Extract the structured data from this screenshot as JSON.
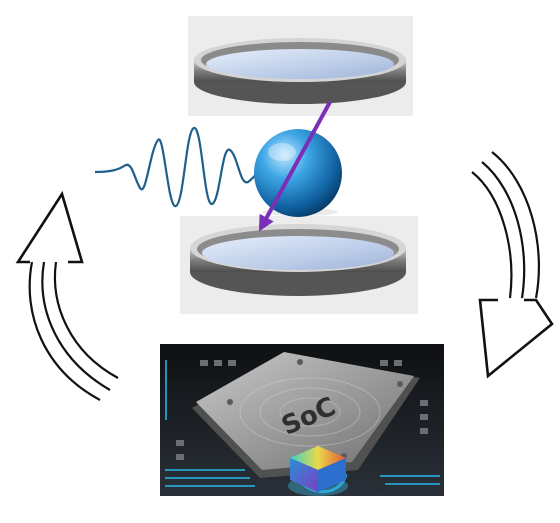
{
  "chip": {
    "label": "SoC"
  },
  "icons": {
    "top_mirror": "cavity-mirror-top",
    "bottom_mirror": "cavity-mirror-bottom",
    "particle": "trapped-particle-sphere",
    "laser": "laser-beam-arrow",
    "wave": "light-wave-packet",
    "loop_left": "feedback-arrow-up",
    "loop_right": "feedback-arrow-down",
    "processor": "soc-processor-chip",
    "photonic": "photonic-cube-element"
  },
  "colors": {
    "mirror_rim": "#8e8e8e",
    "mirror_glass": "#c9d9f0",
    "sphere": "#1e88c9",
    "laser": "#7a2fb8",
    "wave": "#1f5f8b",
    "chip_surface": "#9a9a9a",
    "board": "#1a1d21"
  }
}
